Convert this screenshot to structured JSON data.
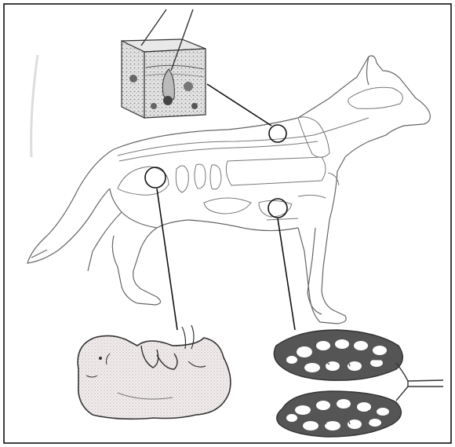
{
  "figure": {
    "subject": "dog-anatomy-diagram",
    "callouts": [
      {
        "name": "skin-section",
        "icon": "skin-block-icon"
      },
      {
        "name": "fetus",
        "icon": "fetus-icon"
      },
      {
        "name": "lungs",
        "icon": "lungs-icon"
      }
    ]
  },
  "colors": {
    "outline": "#555555",
    "frame": "#000000",
    "stipple": "#cfc8c8",
    "lung_fill": "#555555"
  }
}
